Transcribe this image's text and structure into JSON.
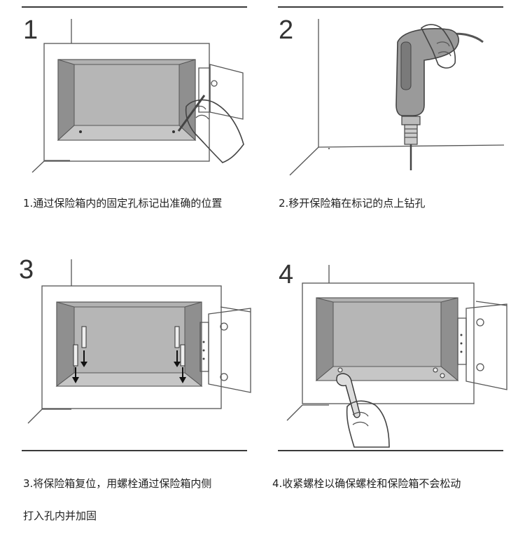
{
  "steps": [
    {
      "number": "1",
      "caption": "1.通过保险箱内的固定孔标记出准确的位置"
    },
    {
      "number": "2",
      "caption": "2.移开保险箱在标记的点上钻孔"
    },
    {
      "number": "3",
      "caption_line1": "3.将保险箱复位，用螺栓通过保险箱内侧",
      "caption_line2": "打入孔内并加固"
    },
    {
      "number": "4",
      "caption": "4.收紧螺栓以确保螺栓和保险箱不会松动"
    }
  ],
  "colors": {
    "safe_interior": "#b1b1b1",
    "drill_body": "#9a9a9a",
    "line": "#555555"
  }
}
